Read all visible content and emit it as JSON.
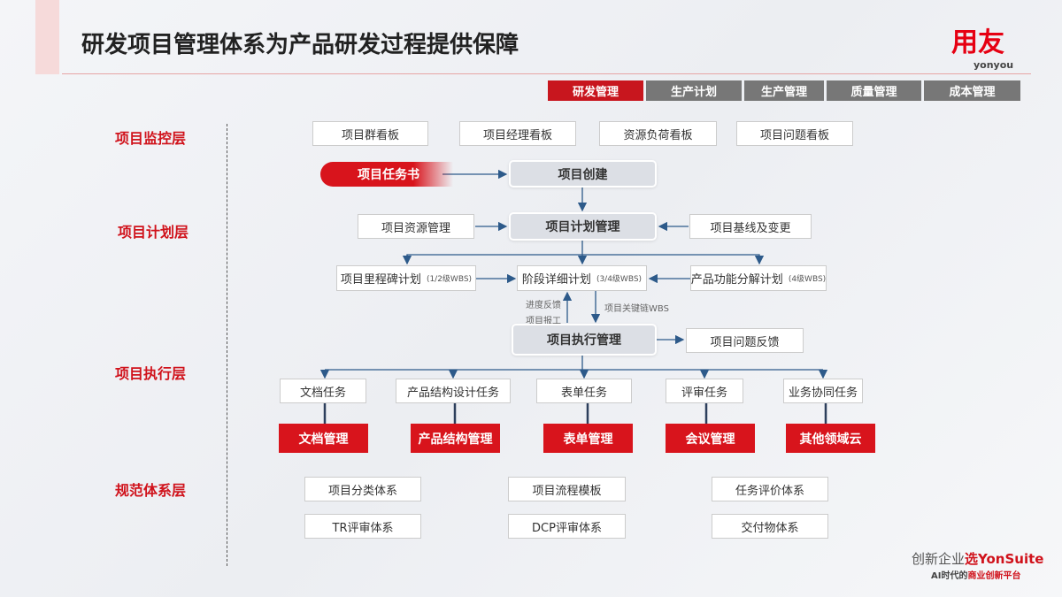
{
  "title": "研发项目管理体系为产品研发过程提供保障",
  "logo": {
    "cn": "用友",
    "en": "yonyou"
  },
  "tabs": [
    "研发管理",
    "生产计划",
    "生产管理",
    "质量管理",
    "成本管理"
  ],
  "layers": [
    "项目监控层",
    "项目计划层",
    "项目执行层",
    "规范体系层"
  ],
  "monitor": [
    "项目群看板",
    "项目经理看板",
    "资源负荷看板",
    "项目问题看板"
  ],
  "plan": {
    "task_book": "项目任务书",
    "create": "项目创建",
    "resource": "项目资源管理",
    "plan_mgmt": "项目计划管理",
    "baseline": "项目基线及变更",
    "milestone": "项目里程碑计划",
    "milestone_note": "(1/2级WBS)",
    "stage": "阶段详细计划",
    "stage_note": "(3/4级WBS)",
    "func": "产品功能分解计划",
    "func_note": "(4级WBS)",
    "feedback1": "进度反馈",
    "feedback2": "项目报工",
    "keychain": "项目关键链WBS"
  },
  "exec": {
    "mgmt": "项目执行管理",
    "issue": "项目问题反馈",
    "tasks": [
      "文档任务",
      "产品结构设计任务",
      "表单任务",
      "评审任务",
      "业务协同任务"
    ],
    "modules": [
      "文档管理",
      "产品结构管理",
      "表单管理",
      "会议管理",
      "其他领域云"
    ]
  },
  "standards": [
    "项目分类体系",
    "项目流程模板",
    "任务评价体系",
    "TR评审体系",
    "DCP评审体系",
    "交付物体系"
  ],
  "slogan": {
    "a": "创新企业",
    "b": "选YonSuite",
    "c": "AI时代的",
    "d": "商业创新平台"
  }
}
